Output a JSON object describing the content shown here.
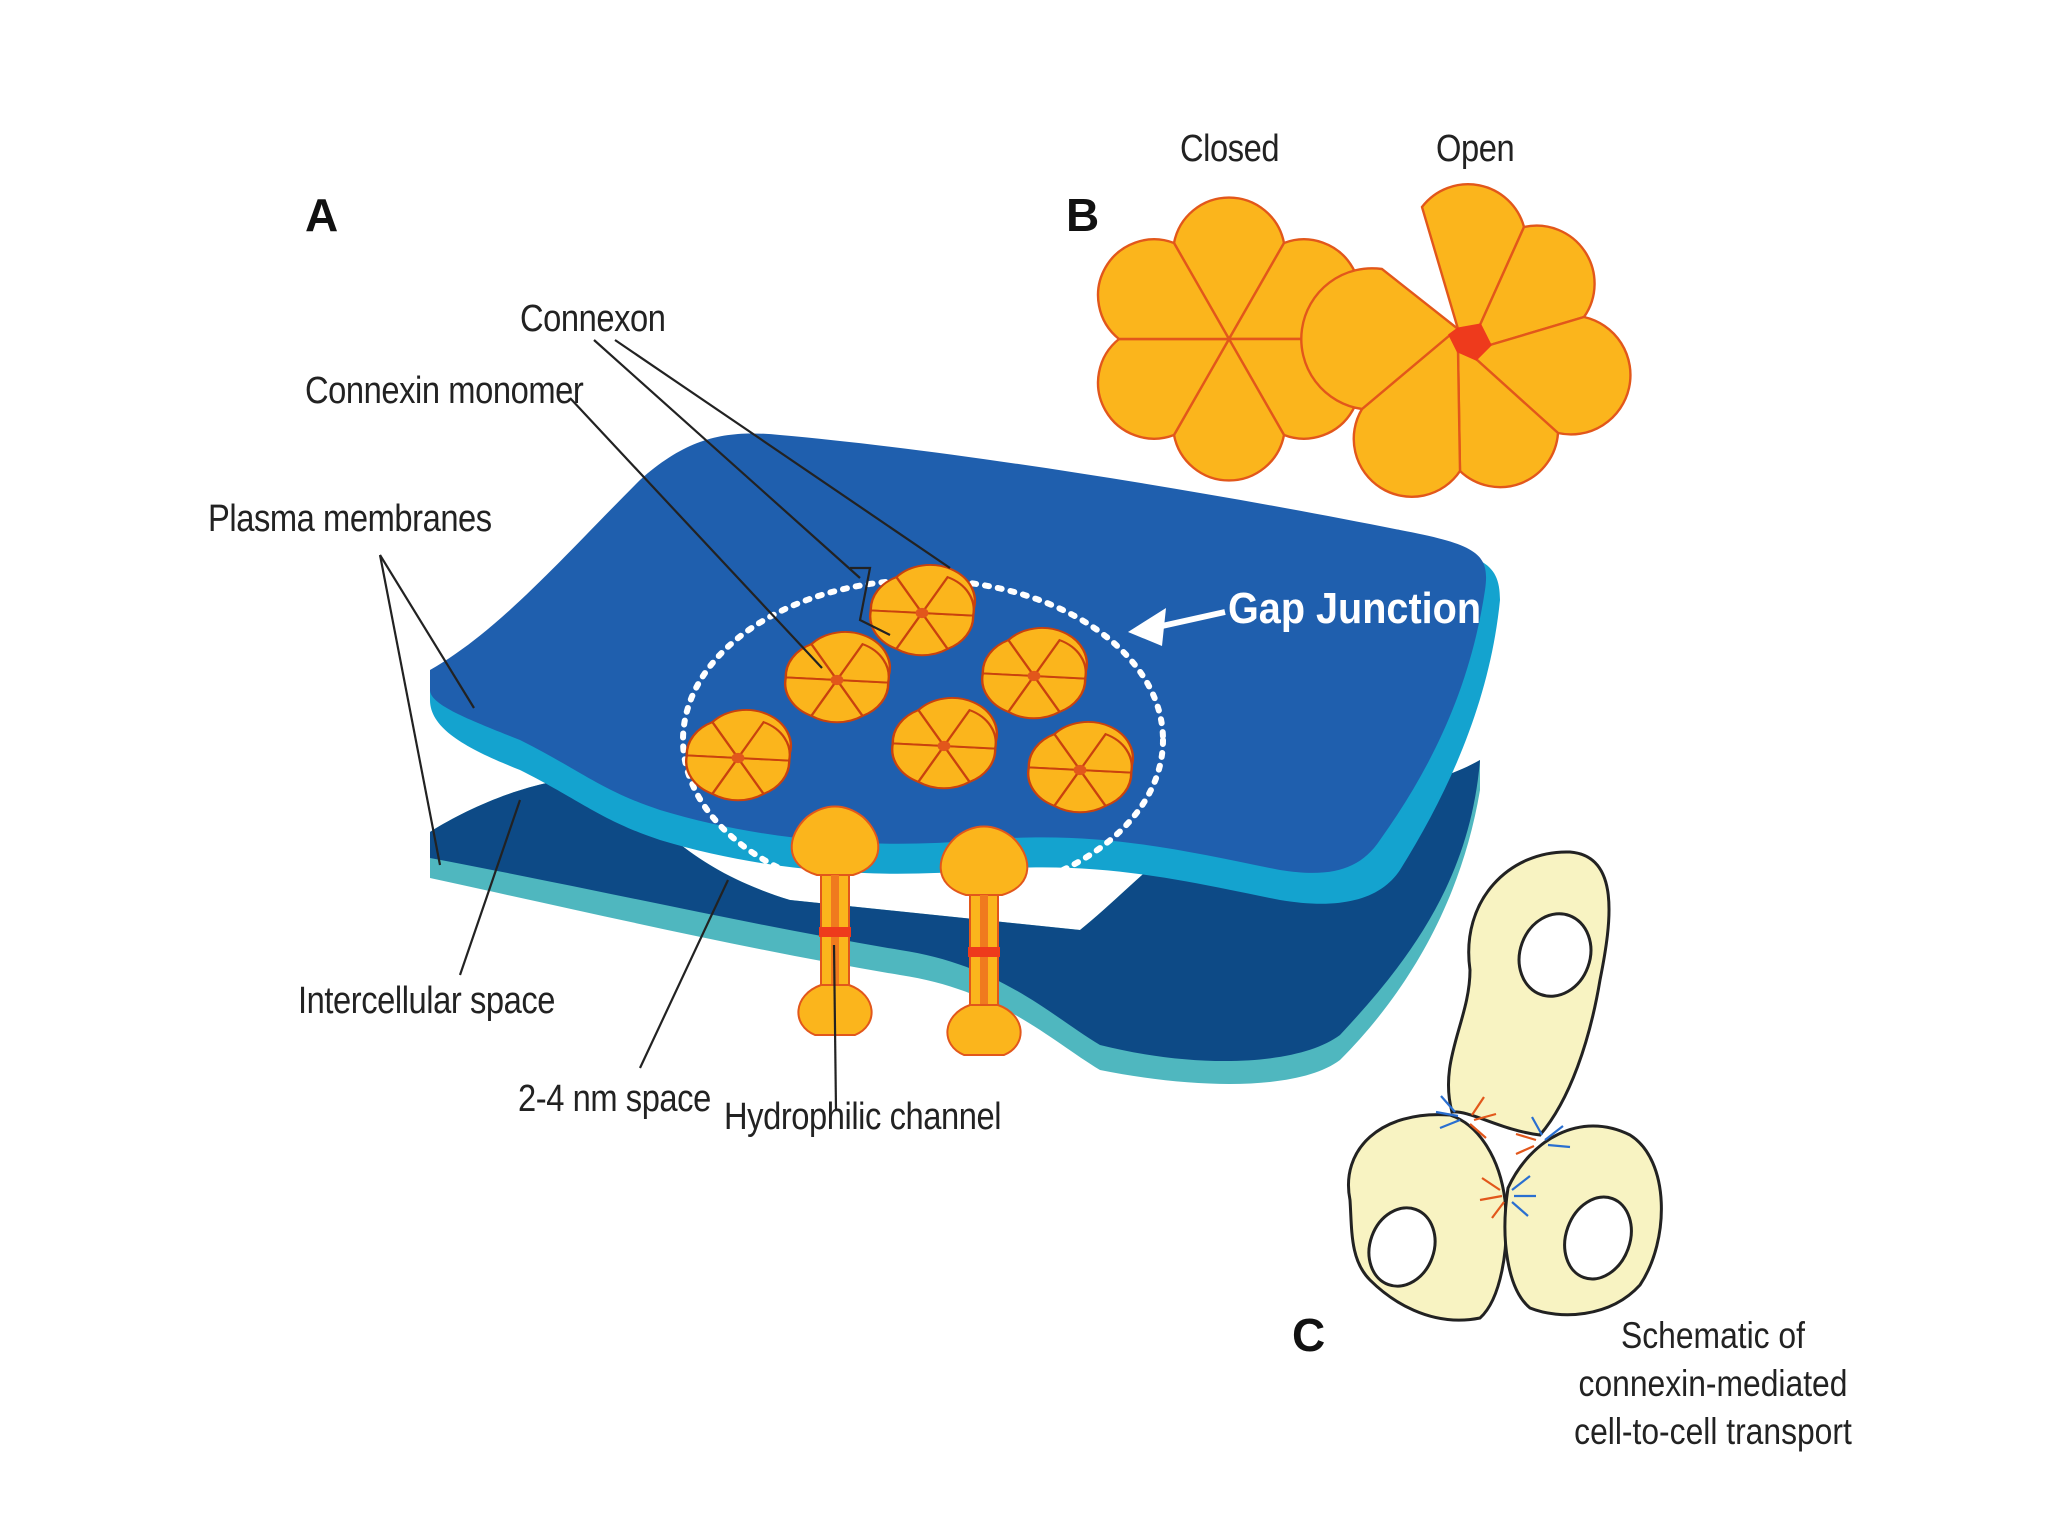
{
  "panels": {
    "a": "A",
    "b": "B",
    "c": "C"
  },
  "labels": {
    "connexon": "Connexon",
    "connexin_monomer": "Connexin monomer",
    "plasma_membranes": "Plasma membranes",
    "gap_junction": "Gap Junction",
    "intercellular_space": "Intercellular space",
    "space_2_4nm": "2-4 nm space",
    "hydrophilic_channel": "Hydrophilic channel",
    "closed": "Closed",
    "open": "Open"
  },
  "caption": {
    "line1": "Schematic of",
    "line2": "connexin-mediated",
    "line3": "cell-to-cell transport"
  },
  "colors": {
    "membrane_top": "#1f5fae",
    "membrane_top_edge": "#14a3cf",
    "membrane_bottom": "#0d4a86",
    "membrane_bottom_edge": "#4fb7bf",
    "connexin_fill": "#fbb51c",
    "connexin_stroke": "#e2571b",
    "pore": "#ee3a1c",
    "cell_fill": "#f8f3c2"
  }
}
